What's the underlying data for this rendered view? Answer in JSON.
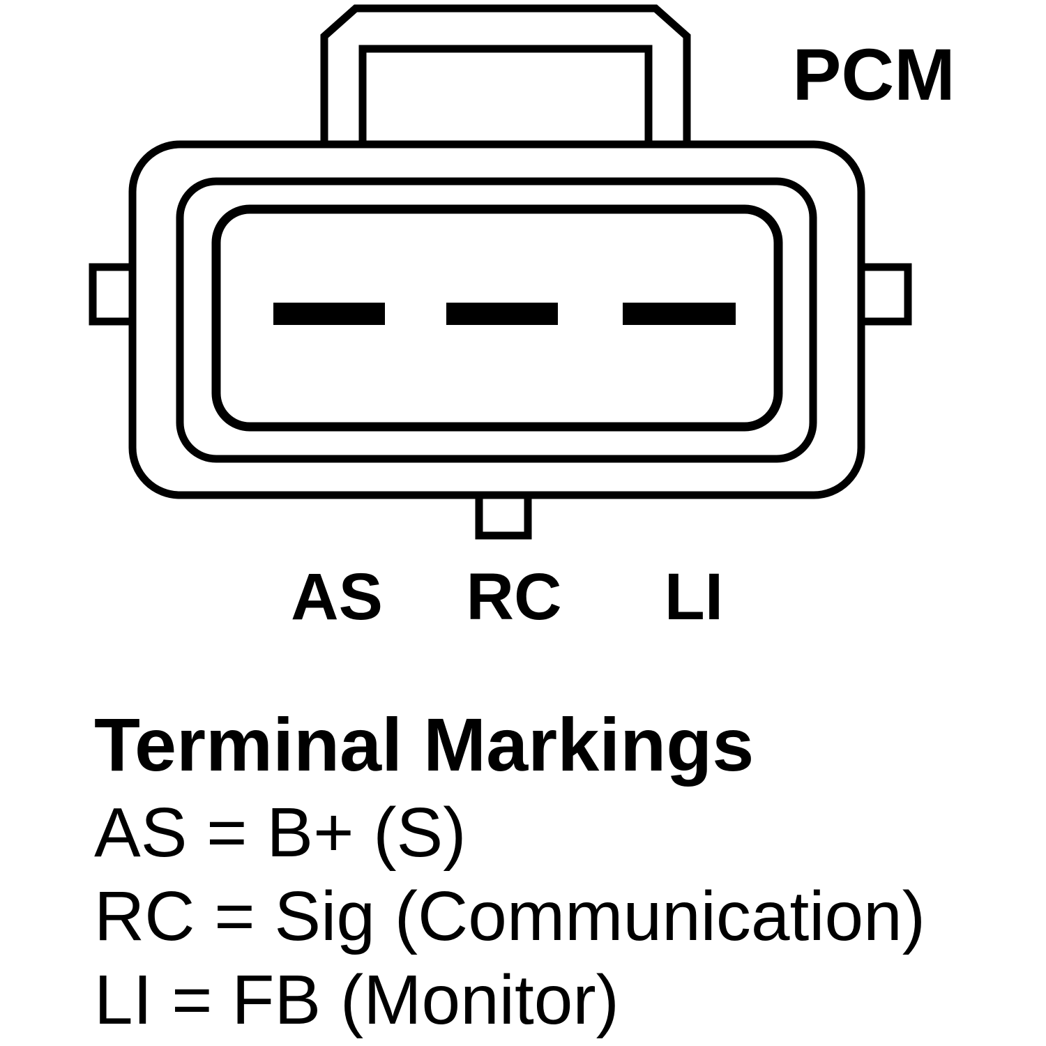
{
  "diagram": {
    "connector_label": "PCM",
    "terminals": [
      {
        "label": "AS"
      },
      {
        "label": "RC"
      },
      {
        "label": "LI"
      }
    ],
    "legend": {
      "title": "Terminal Markings",
      "lines": [
        "AS = B+ (S)",
        "RC = Sig (Communication)",
        "LI = FB (Monitor)"
      ]
    },
    "colors": {
      "line": "#000000",
      "background": "#ffffff"
    }
  }
}
